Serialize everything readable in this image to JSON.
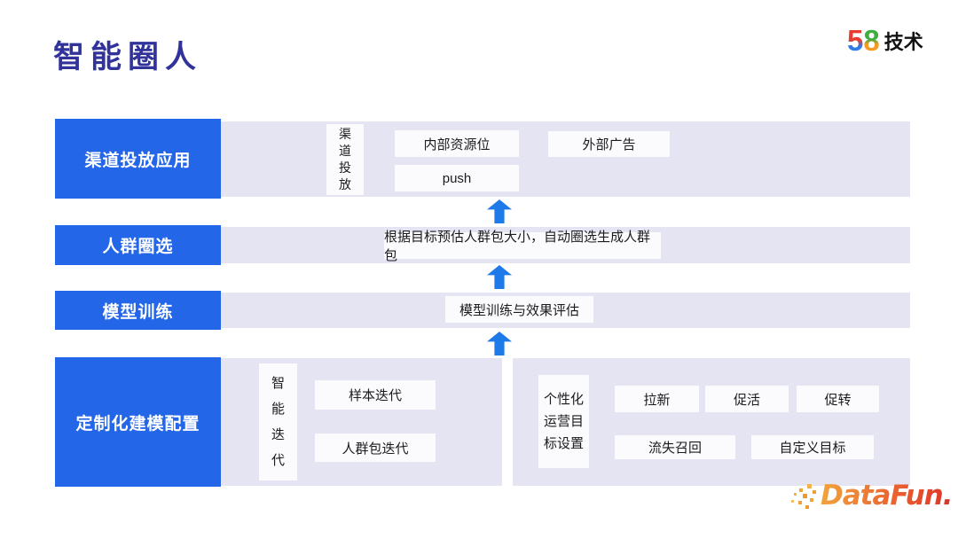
{
  "slide": {
    "title": "智能圈人"
  },
  "header_logo": {
    "digit_5": "5",
    "digit_8": "8",
    "suffix": "技术"
  },
  "footer_logo": {
    "text": "DataFun."
  },
  "colors": {
    "accent_blue": "#2366E8",
    "arrow_blue": "#1D7AE8",
    "panel_lavender": "#E5E4F2",
    "card_white": "#FBFBFD",
    "title_navy": "#31339B",
    "logo5_red": "#E83C30",
    "logo5_blue": "#2E7CE6",
    "logo8_green": "#3FAE3C",
    "logo8_orange": "#F59A23",
    "datafun_orange": "#F2A33C",
    "datafun_red": "#D93327"
  },
  "rows": {
    "channel": {
      "label": "渠道投放应用",
      "vertical_tag": "渠道投放",
      "items": {
        "internal": "内部资源位",
        "external": "外部广告",
        "push": "push"
      }
    },
    "crowd": {
      "label": "人群圈选",
      "note": "根据目标预估人群包大小，自动圈选生成人群包"
    },
    "model": {
      "label": "模型训练",
      "note": "模型训练与效果评估"
    },
    "custom": {
      "label": "定制化建模配置",
      "left_panel": {
        "vertical_tag": "智能迭代",
        "items": {
          "sample_iter": "样本迭代",
          "package_iter": "人群包迭代"
        }
      },
      "right_panel": {
        "vertical_tag": "个性化运营目标设置",
        "items": {
          "acquire": "拉新",
          "activate": "促活",
          "convert": "促转",
          "churn_recall": "流失召回",
          "custom_goal": "自定义目标"
        }
      }
    }
  }
}
